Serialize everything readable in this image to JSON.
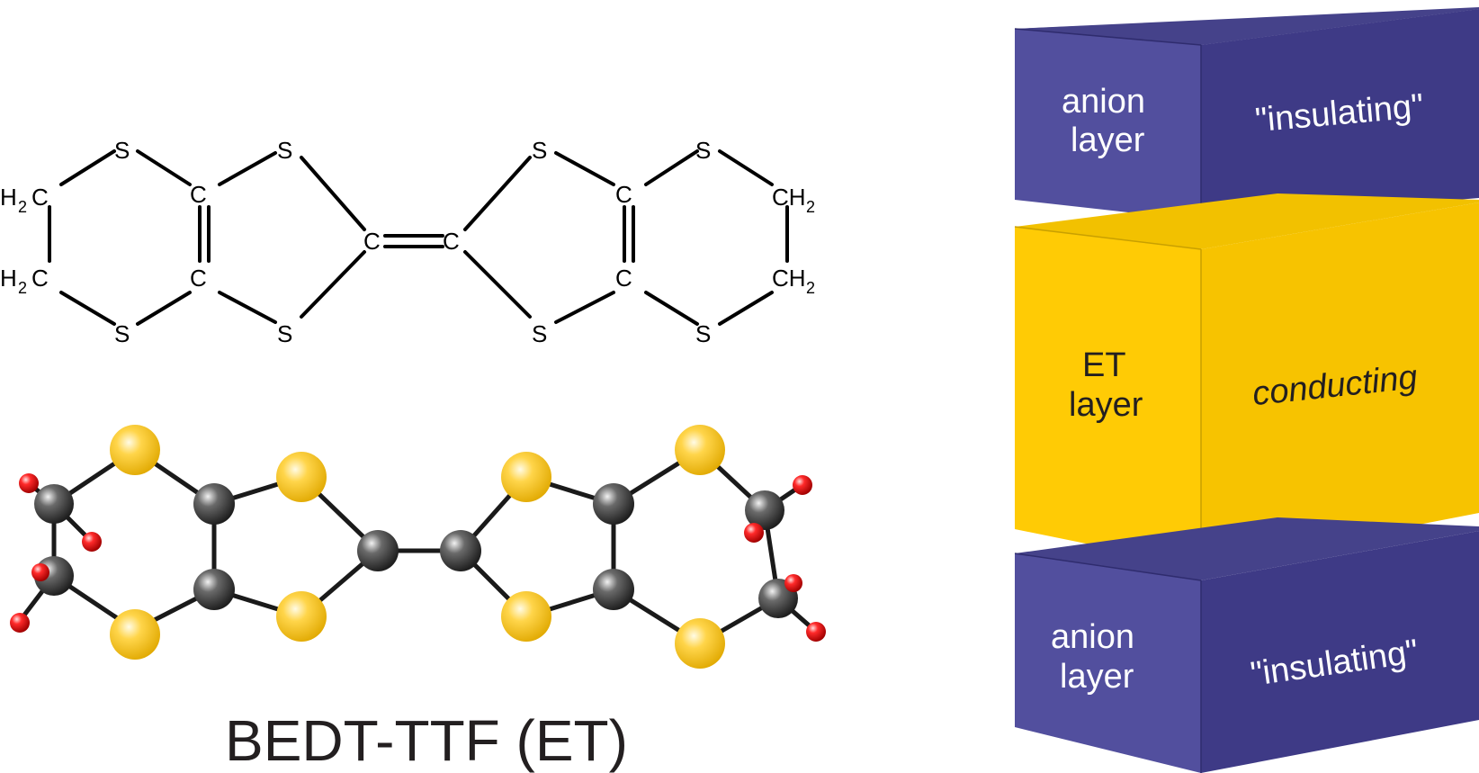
{
  "structure": {
    "atoms": {
      "S": "S",
      "C": "C",
      "CH2_right": "CH",
      "H2_left": "H",
      "sub2": "2"
    }
  },
  "caption": "BEDT-TTF (ET)",
  "colors": {
    "anion_face": "#524f9e",
    "anion_top": "#45428a",
    "anion_side": "#3e3a86",
    "conducting_face": "#ffcb05",
    "conducting_top": "#f2c100",
    "conducting_side": "#f7c300",
    "sulfur": "#f4c430",
    "carbon": "#505050",
    "hydrogen": "#e02020"
  },
  "layers": {
    "top": {
      "label_line1": "anion",
      "label_line2": "layer",
      "property": "\"insulating\""
    },
    "middle": {
      "label_line1": "ET",
      "label_line2": "layer",
      "property": "conducting"
    },
    "bottom": {
      "label_line1": "anion",
      "label_line2": "layer",
      "property": "\"insulating\""
    }
  }
}
